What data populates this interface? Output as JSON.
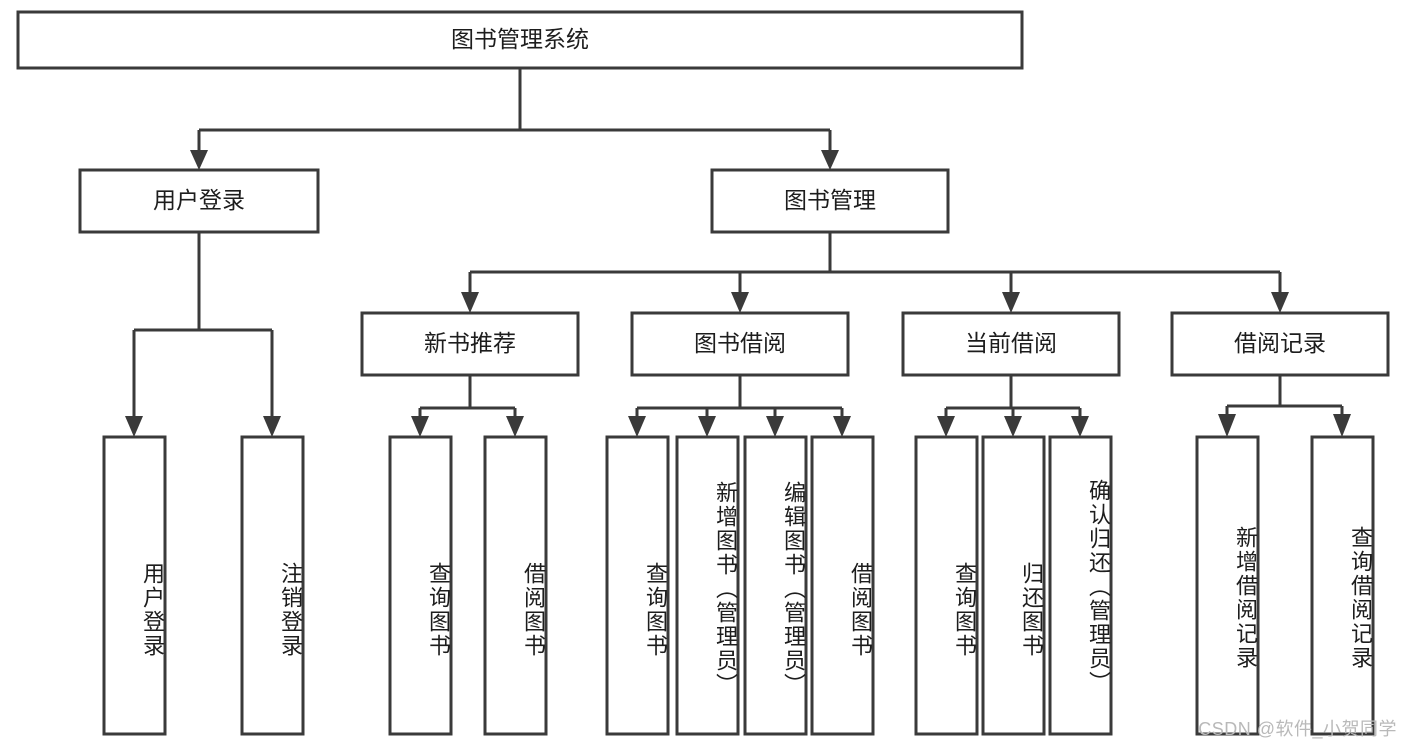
{
  "diagram": {
    "type": "tree-hierarchy",
    "title": "图书管理系统",
    "orientation": "top-down",
    "colors": {
      "box_stroke": "#3a3a3a",
      "box_fill": "#ffffff",
      "connector": "#3a3a3a",
      "text": "#1d1d1d",
      "watermark": "#b9b9b9",
      "background": "#ffffff"
    }
  },
  "root": {
    "label": "图书管理系统"
  },
  "level2": [
    {
      "label": "用户登录"
    },
    {
      "label": "图书管理"
    }
  ],
  "level3": [
    {
      "label": "新书推荐"
    },
    {
      "label": "图书借阅"
    },
    {
      "label": "当前借阅"
    },
    {
      "label": "借阅记录"
    }
  ],
  "leaves": {
    "user_login": [
      {
        "label": "用户登录"
      },
      {
        "label": "注销登录"
      }
    ],
    "new_book_recommend": [
      {
        "label": "查询图书"
      },
      {
        "label": "借阅图书"
      }
    ],
    "book_borrow": [
      {
        "label": "查询图书"
      },
      {
        "label": "新增图书（管理员）"
      },
      {
        "label": "编辑图书（管理员）"
      },
      {
        "label": "借阅图书"
      }
    ],
    "current_borrow": [
      {
        "label": "查询图书"
      },
      {
        "label": "归还图书"
      },
      {
        "label": "确认归还（管理员）"
      }
    ],
    "borrow_record": [
      {
        "label": "新增借阅记录"
      },
      {
        "label": "查询借阅记录"
      }
    ]
  },
  "watermark": {
    "text": "CSDN @软件_小贺同学"
  }
}
